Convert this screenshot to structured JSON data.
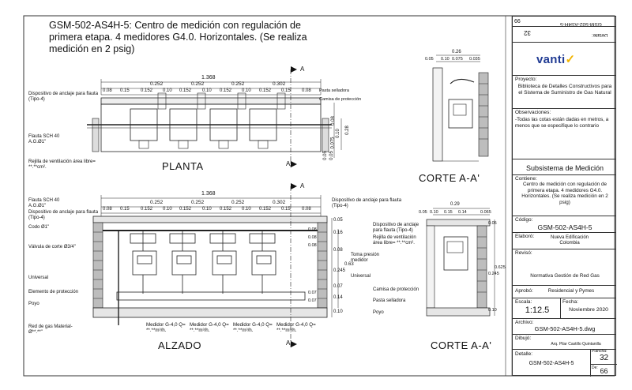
{
  "title": "GSM-502-AS4H-5: Centro de medición con regulación de primera etapa.  4 medidores G4.0. Horizontales. (Se realiza medición en 2 psig)",
  "views": {
    "planta": "PLANTA",
    "alzado": "ALZADO",
    "corte1": "CORTE A-A'",
    "corte2": "CORTE A-A'",
    "section_a": "A",
    "section_a2": "A'"
  },
  "planta": {
    "total": "1.368",
    "dims_top": [
      "0.252",
      "0.252",
      "0.252",
      "0.302"
    ],
    "dims_bottom": [
      "0.08",
      "0.15",
      "0.152",
      "0.10",
      "0.152",
      "0.10",
      "0.152",
      "0.10",
      "0.152",
      "0.15",
      "0.08"
    ],
    "left_labels": [
      "Dispositivo de anclaje para flauta (Tipo-4)",
      "Flauta SCH 40 A.G.Ø1\"",
      "Rejilla de ventilación área libre= **.**cm²."
    ],
    "right_labels": [
      "Pasta selladora",
      "Camisa de protección"
    ],
    "vert_dims": [
      "0.08",
      "0.10",
      "0.075",
      "0.05",
      "0.05",
      "0.28"
    ]
  },
  "alzado": {
    "total": "1.368",
    "dims_top": [
      "0.252",
      "0.252",
      "0.252",
      "0.302"
    ],
    "dims_bottom": [
      "0.08",
      "0.15",
      "0.152",
      "0.10",
      "0.152",
      "0.10",
      "0.152",
      "0.10",
      "0.152",
      "0.15",
      "0.08"
    ],
    "left_labels": [
      "Flauta SCH 40 A.G.Ø1\"",
      "Dispositivo de anclaje para flauta (Tipo-4)",
      "Codo Ø1\"",
      "Válvula de corte Ø3/4\"",
      "Universal",
      "Elemento de protección",
      "Poyo",
      "Red de gas Material-Ø**.**\""
    ],
    "right_labels": [
      "Dispositivo de anclaje para flauta (Tipo-4)",
      "Toma presión medidor",
      "Universal"
    ],
    "right_dims": [
      "0.05",
      "0.16",
      "0.08",
      "0.63",
      "0.245",
      "0.07",
      "0.14",
      "0.10"
    ],
    "inner_dims": [
      "0.08",
      "0.08",
      "0.08",
      "0.07",
      "0.07"
    ],
    "meters": [
      "Medidor G-4,0 Q= **.**m³/h.",
      "Medidor G-4,0 Q= **.**m³/h.",
      "Medidor G-4,0 Q= **.**m³/h.",
      "Medidor G-4,0 Q= **.**m³/h."
    ]
  },
  "corte1": {
    "total": "0.26",
    "dims": [
      "0.05",
      "0.10",
      "0.075",
      "0.035"
    ]
  },
  "corte2": {
    "total": "0.29",
    "dims": [
      "0.05",
      "0.10",
      "0.15",
      "0.14",
      "0.065"
    ],
    "labels": [
      "Dispositivo de anclaje para flauta (Tipo-4)",
      "Rejilla de ventilación área libre= **.**cm².",
      "Camisa de protección",
      "Pasta selladora",
      "Poyo"
    ],
    "right_dims": [
      "0.05",
      "0.625",
      "0.245",
      "0.10"
    ]
  },
  "titleblock": {
    "top_number": "66",
    "top_code_rot": "GSM-502-AS4H-5",
    "top_plancha_rot": "32",
    "top_detalle_rot": "Detalle:",
    "logo": "vanti",
    "proyecto_k": "Proyecto:",
    "proyecto_v": "Biblioteca de Detalles Constructivos para el Sistema de Suministro de Gas Natural",
    "obs_k": "Observaciones:",
    "obs_v": "-Todas las cotas están dadas en metros, a menos que se especifique lo contrario",
    "subsistema": "Subsistema de Medición",
    "contiene_k": "Contiene:",
    "contiene_v": "Centro de medición con regulación de primera etapa. 4 medidores G4.0. Horizontales. (Se realiza medición en 2 psig)",
    "codigo_k": "Código:",
    "codigo_v": "GSM-502-AS4H-5",
    "elaboro_k": "Elaboró:",
    "elaboro_v": "Nueva Edificación Colombia",
    "reviso_k": "Revisó:",
    "reviso_v": "Normativa Gestión de Red Gas",
    "aprobo_k": "Aprobó:",
    "aprobo_v": "Residencial y Pymes",
    "escala_k": "Escala:",
    "escala_v": "1:12.5",
    "fecha_k": "Fecha:",
    "fecha_v": "Noviembre 2020",
    "archivo_k": "Archivo:",
    "archivo_v": "GSM-502-AS4H-5.dwg",
    "dibujo_k": "Dibujó:",
    "dibujo_v": "Arq. Pilar Castillo Quintanilla",
    "detalle_k": "Detalle:",
    "detalle_v": "GSM-502-AS4H-5",
    "plancha_k": "Plancha:",
    "plancha_v": "32",
    "de_k": "De:",
    "de_v": "66"
  }
}
